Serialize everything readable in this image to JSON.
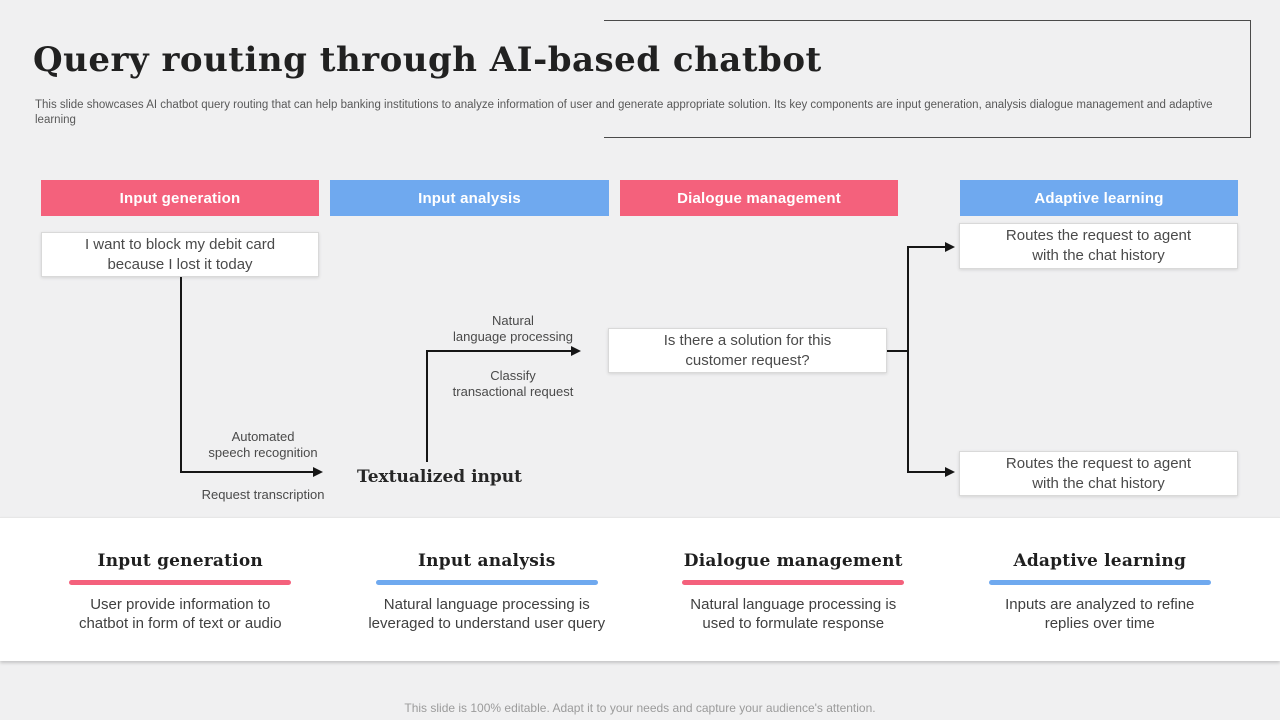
{
  "slide": {
    "title": "Query routing through AI-based chatbot",
    "subtitle": "This slide showcases AI chatbot query routing that can help banking institutions to analyze information of user and generate appropriate solution. Its key components are input generation, analysis dialogue management and adaptive learning",
    "footer": "This slide is 100% editable. Adapt it to your needs and capture your audience's attention."
  },
  "colors": {
    "pink": "#f4617c",
    "blue": "#6fa9ef",
    "line": "#161616"
  },
  "headers": [
    {
      "label": "Input generation",
      "color": "pink"
    },
    {
      "label": "Input analysis",
      "color": "blue"
    },
    {
      "label": "Dialogue management",
      "color": "pink"
    },
    {
      "label": "Adaptive learning",
      "color": "blue"
    }
  ],
  "diagram": {
    "boxes": {
      "query": "I want to block my debit card\nbecause I lost it today",
      "solution": "Is there a solution for this\ncustomer request?",
      "route_top": "Routes the request to agent\nwith the chat history",
      "route_bottom": "Routes the request to agent\nwith the chat history"
    },
    "labels": {
      "asr": "Automated\nspeech recognition",
      "transcription": "Request transcription",
      "nlp": "Natural\nlanguage processing",
      "classify": "Classify\ntransactional request",
      "textualized": "Textualized input"
    }
  },
  "legend": [
    {
      "title": "Input generation",
      "color": "pink",
      "description": "User provide information to\nchatbot in form of text or audio"
    },
    {
      "title": "Input analysis",
      "color": "blue",
      "description": "Natural language processing is\nleveraged to understand user query"
    },
    {
      "title": "Dialogue management",
      "color": "pink",
      "description": "Natural language processing is\nused to formulate response"
    },
    {
      "title": "Adaptive learning",
      "color": "blue",
      "description": "Inputs are analyzed to refine\nreplies over time"
    }
  ]
}
